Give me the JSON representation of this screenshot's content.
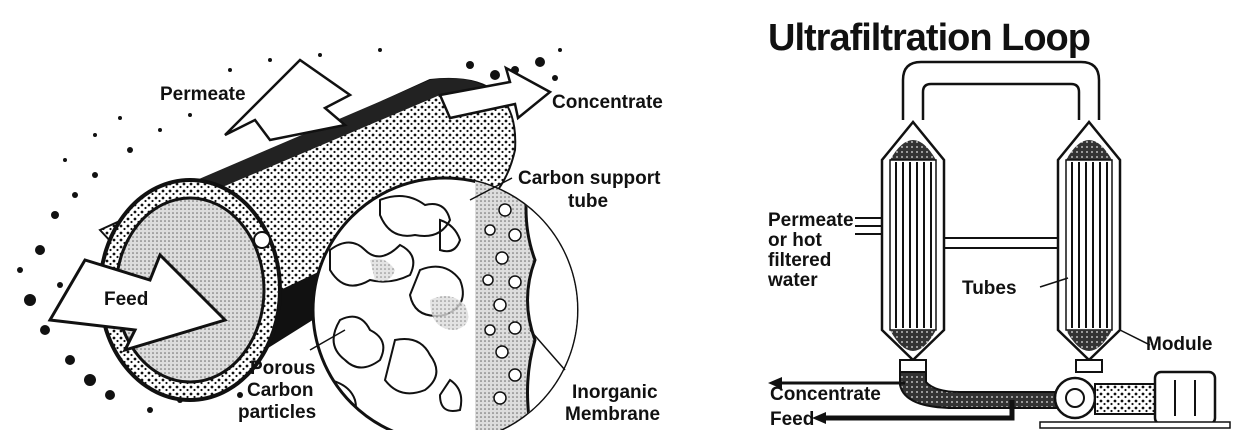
{
  "left": {
    "labels": {
      "permeate": "Permeate",
      "concentrate": "Concentrate",
      "carbon_support_tube_1": "Carbon support",
      "carbon_support_tube_2": "tube",
      "feed": "Feed",
      "porous_1": "Porous",
      "porous_2": "Carbon",
      "porous_3": "particles",
      "inorganic_1": "Inorganic",
      "inorganic_2": "Membrane"
    }
  },
  "right": {
    "title": "Ultrafiltration Loop",
    "labels": {
      "permeate_1": "Permeate",
      "permeate_2": "or hot",
      "permeate_3": "filtered",
      "permeate_4": "water",
      "tubes": "Tubes",
      "module": "Module",
      "concentrate": "Concentrate",
      "feed": "Feed"
    }
  }
}
